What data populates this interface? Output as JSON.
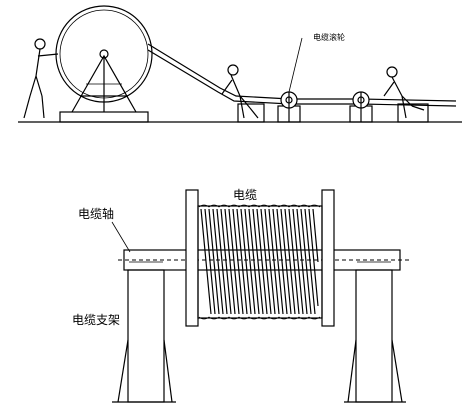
{
  "top_scene": {
    "roller_label": "电缆滚轮"
  },
  "bottom_scene": {
    "cable_label": "电缆",
    "axle_label": "电缆轴",
    "stand_label": "电缆支架"
  }
}
